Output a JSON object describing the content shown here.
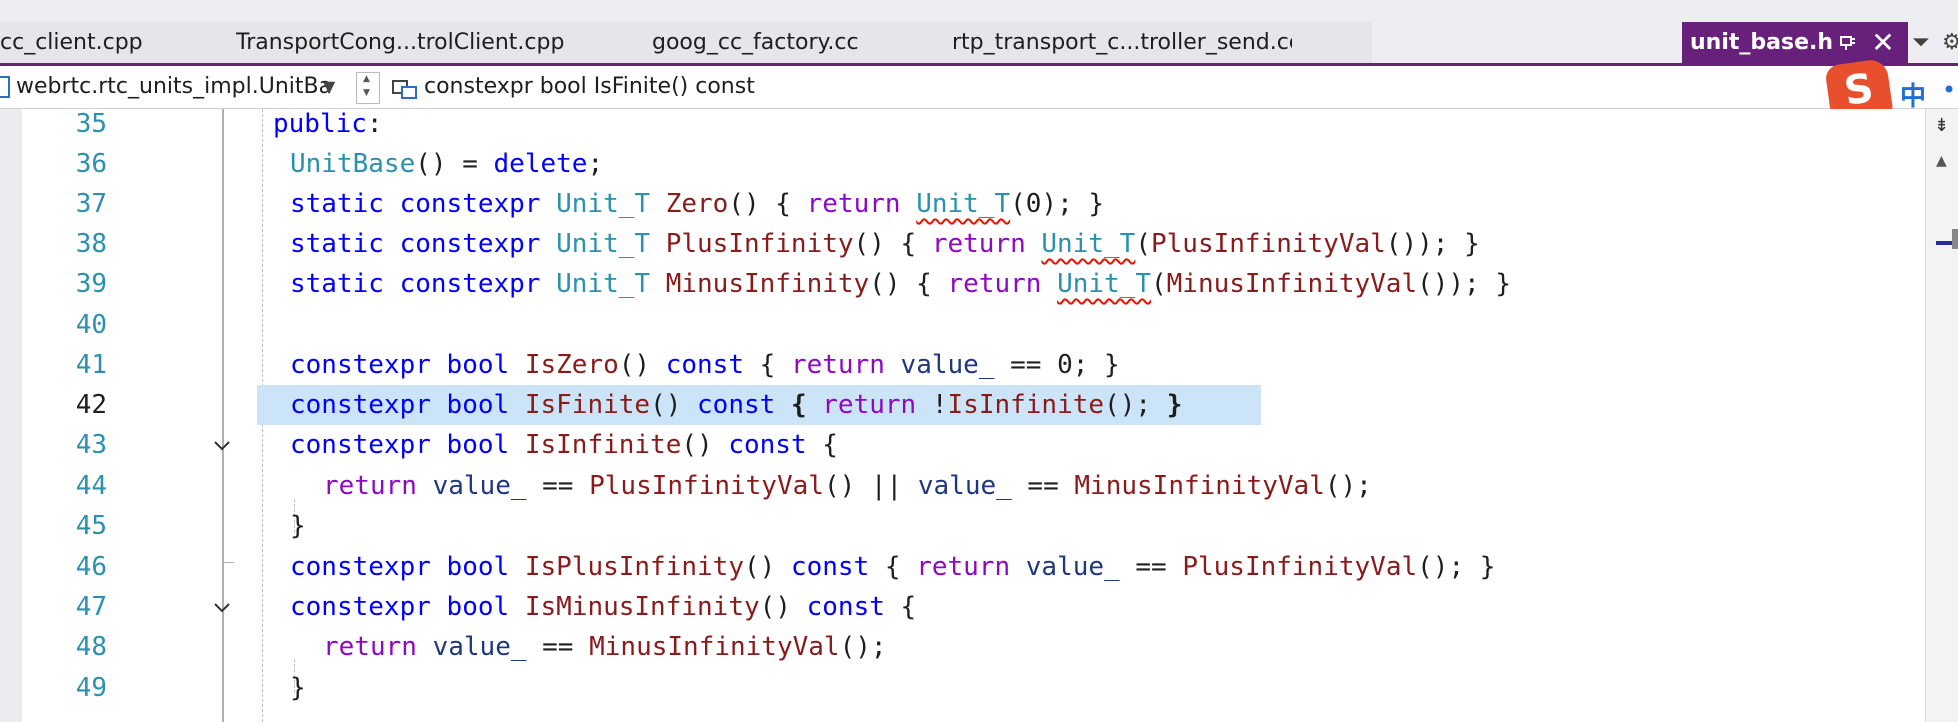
{
  "tabs": [
    {
      "label": "cc_client.cpp"
    },
    {
      "label": "TransportCong...trolClient.cpp"
    },
    {
      "label": "goog_cc_factory.cc"
    },
    {
      "label": "rtp_transport_c...troller_send.cc"
    }
  ],
  "active_tab": {
    "label": "unit_base.h"
  },
  "navbar": {
    "scope": "webrtc.rtc_units_impl.UnitBa",
    "member": "constexpr bool IsFinite() const"
  },
  "ime": {
    "logo": "S",
    "lang": "中"
  },
  "editor": {
    "current_line": 42,
    "lines": [
      {
        "n": "35",
        "text": "public:"
      },
      {
        "n": "36",
        "text": "UnitBase() = delete;"
      },
      {
        "n": "37",
        "text": "static constexpr Unit_T Zero() { return Unit_T(0); }"
      },
      {
        "n": "38",
        "text": "static constexpr Unit_T PlusInfinity() { return Unit_T(PlusInfinityVal()); }"
      },
      {
        "n": "39",
        "text": "static constexpr Unit_T MinusInfinity() { return Unit_T(MinusInfinityVal()); }"
      },
      {
        "n": "40",
        "text": ""
      },
      {
        "n": "41",
        "text": "constexpr bool IsZero() const { return value_ == 0; }"
      },
      {
        "n": "42",
        "text": "constexpr bool IsFinite() const { return !IsInfinite(); }"
      },
      {
        "n": "43",
        "text": "constexpr bool IsInfinite() const {"
      },
      {
        "n": "44",
        "text": "return value_ == PlusInfinityVal() || value_ == MinusInfinityVal();"
      },
      {
        "n": "45",
        "text": "}"
      },
      {
        "n": "46",
        "text": "constexpr bool IsPlusInfinity() const { return value_ == PlusInfinityVal(); }"
      },
      {
        "n": "47",
        "text": "constexpr bool IsMinusInfinity() const {"
      },
      {
        "n": "48",
        "text": "return value_ == MinusInfinityVal();"
      },
      {
        "n": "49",
        "text": "}"
      }
    ]
  }
}
